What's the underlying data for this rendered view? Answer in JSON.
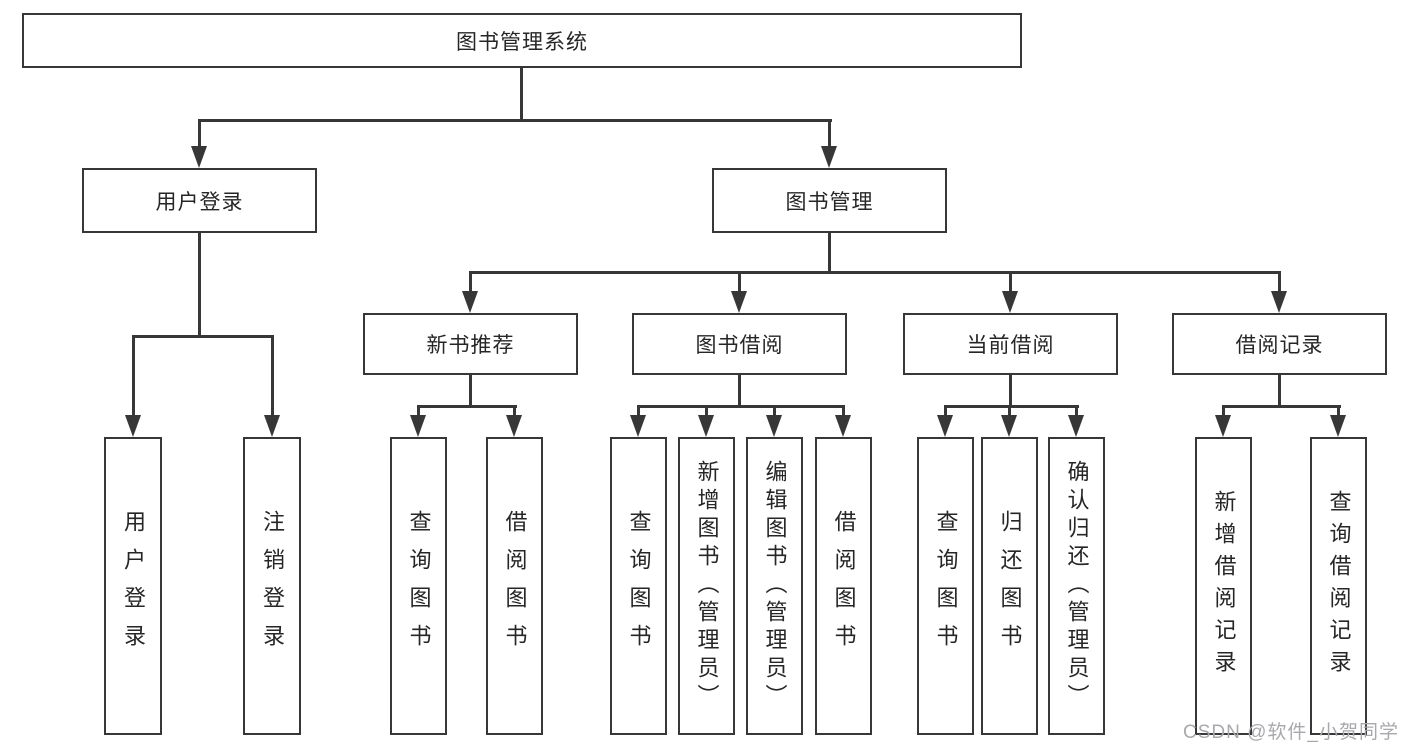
{
  "diagram": {
    "root": "图书管理系统",
    "login_branch": "用户登录",
    "mgmt_branch": "图书管理",
    "login_children": [
      "用户登录",
      "注销登录"
    ],
    "mgmt_children": [
      "新书推荐",
      "图书借阅",
      "当前借阅",
      "借阅记录"
    ],
    "new_book_children": [
      "查询图书",
      "借阅图书"
    ],
    "borrow_children": [
      "查询图书",
      "新增图书（管理员）",
      "编辑图书（管理员）",
      "借阅图书"
    ],
    "current_children": [
      "查询图书",
      "归还图书",
      "确认归还（管理员）"
    ],
    "record_children": [
      "新增借阅记录",
      "查询借阅记录"
    ]
  },
  "watermark": "CSDN @软件_小贺同学",
  "colors": {
    "line": "#373737",
    "text": "#262626",
    "background": "#ffffff",
    "watermark": "#a8a8ae"
  }
}
